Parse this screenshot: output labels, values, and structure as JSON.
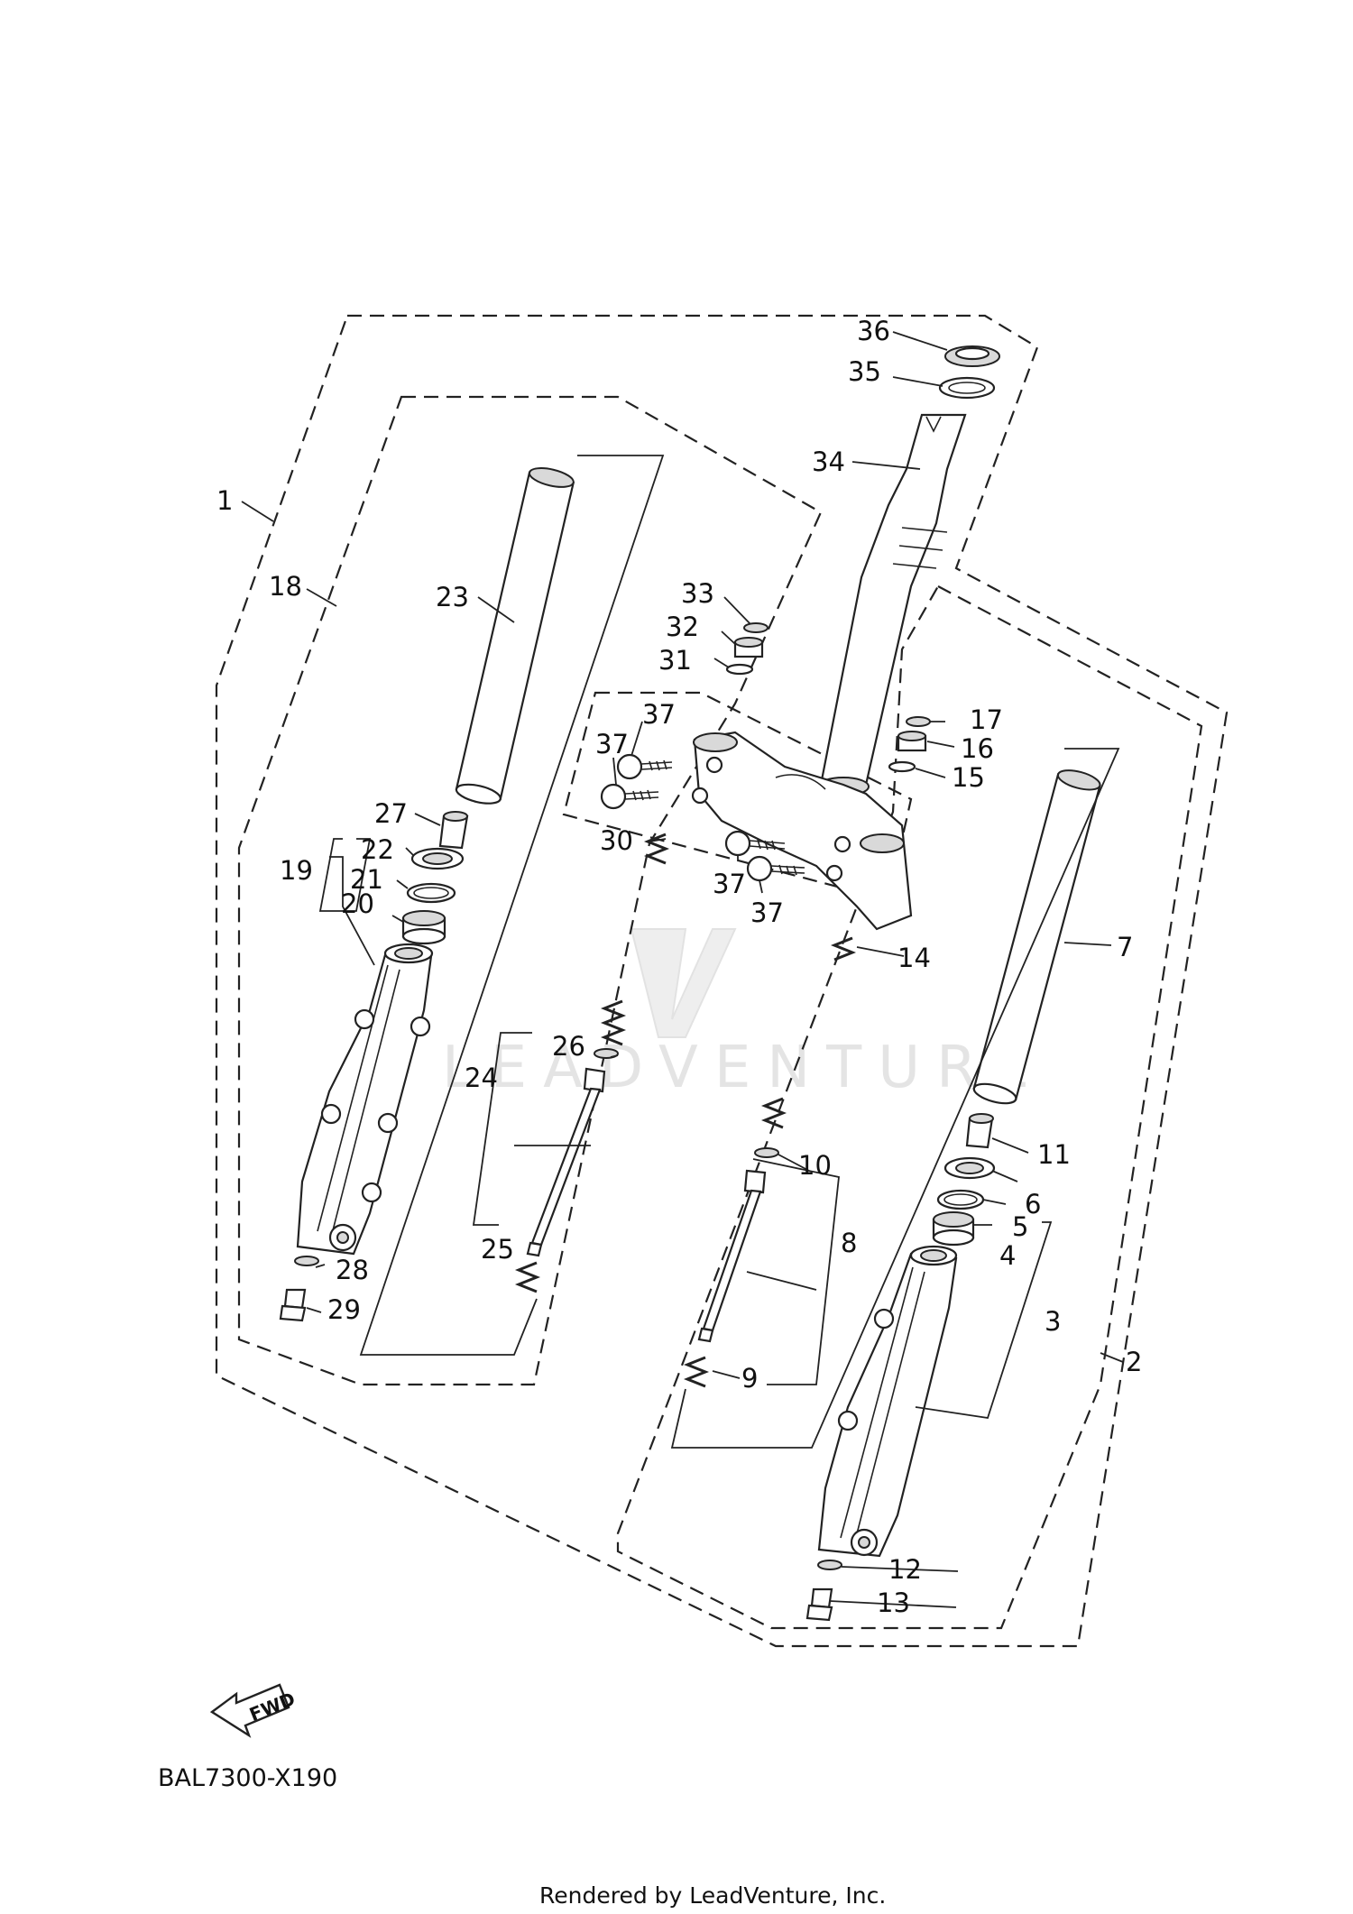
{
  "diagram": {
    "drawing_code": "BAL7300-X190",
    "credit": "Rendered by LeadVenture, Inc.",
    "watermark": "LEADVENTURE",
    "fwd_label": "FWD",
    "callouts": {
      "c1": "1",
      "c2": "2",
      "c3": "3",
      "c4": "4",
      "c5": "5",
      "c6": "6",
      "c7": "7",
      "c8": "8",
      "c9": "9",
      "c10": "10",
      "c11": "11",
      "c12": "12",
      "c13": "13",
      "c14": "14",
      "c15": "15",
      "c16": "16",
      "c17": "17",
      "c18": "18",
      "c19": "19",
      "c20": "20",
      "c21": "21",
      "c22": "22",
      "c23": "23",
      "c24": "24",
      "c25": "25",
      "c26": "26",
      "c27": "27",
      "c28": "28",
      "c29": "29",
      "c30": "30",
      "c31": "31",
      "c32": "32",
      "c33": "33",
      "c34": "34",
      "c35": "35",
      "c36": "36",
      "c37a": "37",
      "c37b": "37",
      "c37c": "37",
      "c37d": "37"
    }
  }
}
